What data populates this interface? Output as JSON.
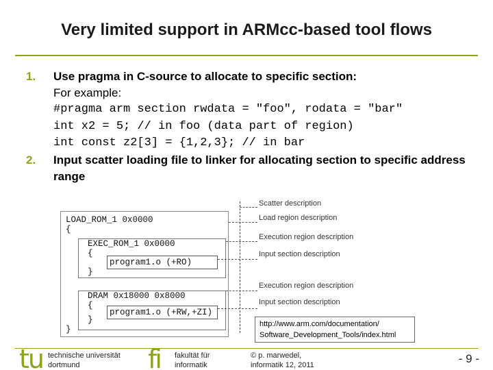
{
  "title": "Very limited support in ARMcc-based tool flows",
  "list": [
    {
      "num": "1.",
      "text": "Use pragma in C-source to allocate to specific section:",
      "sub": "For example:",
      "code": [
        "#pragma arm section rwdata = \"foo\", rodata = \"bar\"",
        "int x2 = 5; // in foo (data part of region)",
        "int const z2[3] = {1,2,3}; // in bar"
      ]
    },
    {
      "num": "2.",
      "text": "Input scatter loading file to linker for allocating section to specific address range"
    }
  ],
  "diagram": {
    "load_rom": "LOAD_ROM_1 0x0000",
    "open_brace": "{",
    "close_brace": "}",
    "exec_rom": "EXEC_ROM_1 0x0000",
    "program_ro": "program1.o (+RO)",
    "dram": "DRAM 0x18000 0x8000",
    "program_rw": "program1.o (+RW,+ZI)",
    "annotations": [
      "Scatter description",
      "Load region description",
      "Execution region description",
      "Input section description",
      "Execution region description",
      "Input section description"
    ]
  },
  "link": {
    "line1": "http://www.arm.com/documentation/",
    "line2": "Software_Development_Tools/index.html"
  },
  "footer": {
    "tu_logo": "tu",
    "tu_line1": "technische universität",
    "tu_line2": "dortmund",
    "fi_logo": "fi",
    "fi_line1": "fakultät für",
    "fi_line2": "informatik",
    "author_line1": "© p. marwedel,",
    "author_line2": "informatik 12,  2011",
    "page": "- 9 -"
  }
}
